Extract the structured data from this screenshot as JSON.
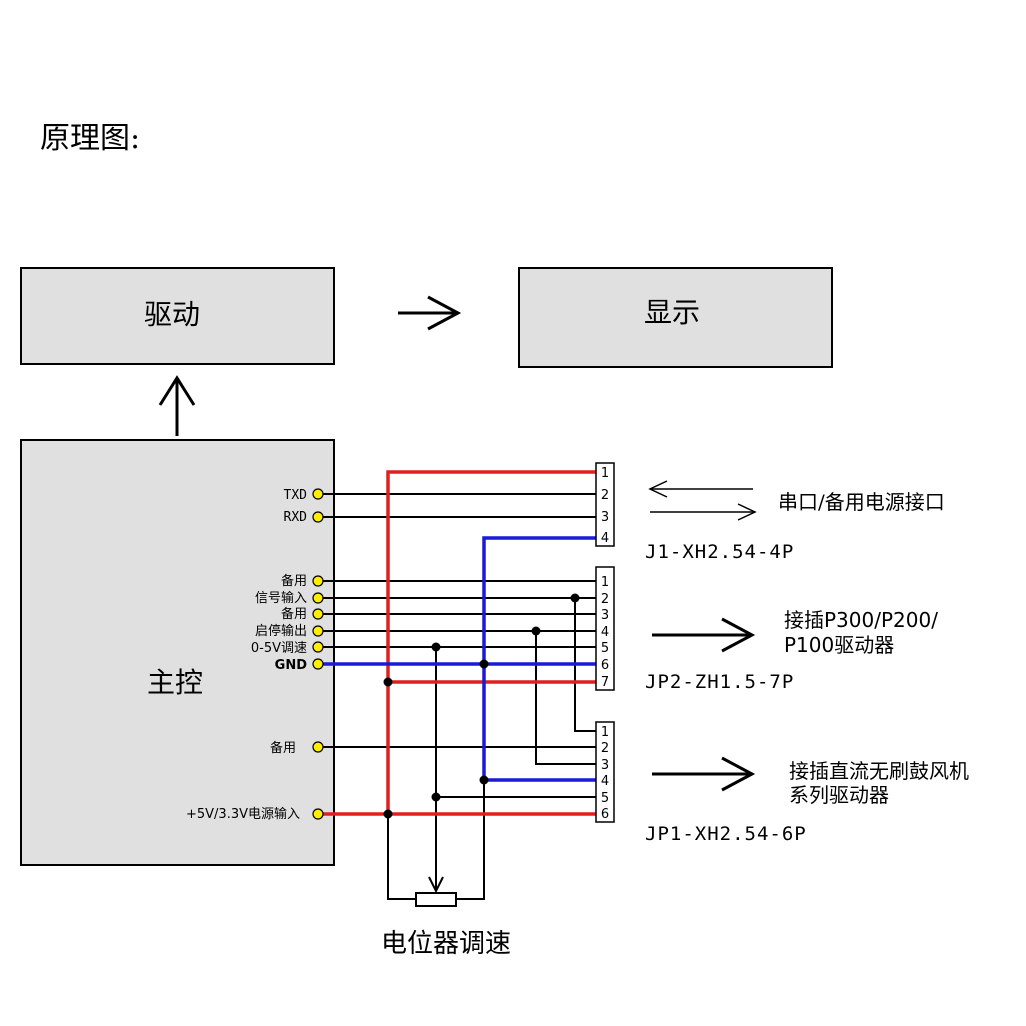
{
  "title": "原理图:",
  "blocks": {
    "drive": "驱动",
    "display": "显示",
    "main_control": "主控"
  },
  "pins": {
    "txd": "TXD",
    "rxd": "RXD",
    "spare1": "备用",
    "signal_input": "信号输入",
    "spare2": "备用",
    "start_stop_output": "启停输出",
    "speed_0_5v": "0-5V调速",
    "gnd": "GND",
    "spare3": "备用",
    "power_input": "+5V/3.3V电源输入"
  },
  "connectors": {
    "j1": {
      "label": "J1-XH2.54-4P",
      "pins": [
        "1",
        "2",
        "3",
        "4"
      ],
      "description": "串口/备用电源接口"
    },
    "jp2": {
      "label": "JP2-ZH1.5-7P",
      "pins": [
        "1",
        "2",
        "3",
        "4",
        "5",
        "6",
        "7"
      ],
      "description_line1": "接插P300/P200/",
      "description_line2": "P100驱动器"
    },
    "jp1": {
      "label": "JP1-XH2.54-6P",
      "pins": [
        "1",
        "2",
        "3",
        "4",
        "5",
        "6"
      ],
      "description_line1": "接插直流无刷鼓风机",
      "description_line2": "系列驱动器"
    }
  },
  "potentiometer_label": "电位器调速",
  "colors": {
    "block_fill": "#e0e0e0",
    "power_wire": "#e02020",
    "gnd_wire": "#1a1ad8",
    "signal_wire": "#000000",
    "pin_dot": "#ffee00"
  }
}
